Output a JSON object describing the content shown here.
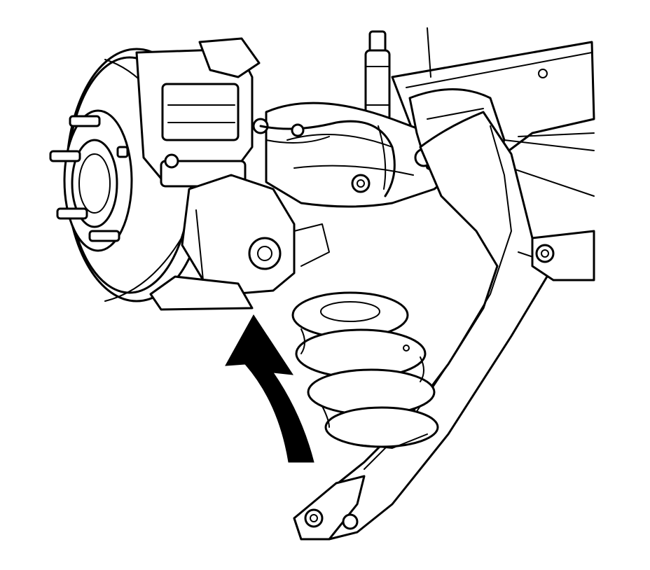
{
  "illustration": {
    "line_color": "#000000",
    "background_color": "#ffffff",
    "components": [
      "brake-rotor",
      "wheel-studs",
      "brake-caliper",
      "knuckle",
      "shock-absorber",
      "frame-rail",
      "coil-spring",
      "lower-control-arm",
      "upper-control-arm",
      "brake-line",
      "direction-arrow"
    ]
  }
}
